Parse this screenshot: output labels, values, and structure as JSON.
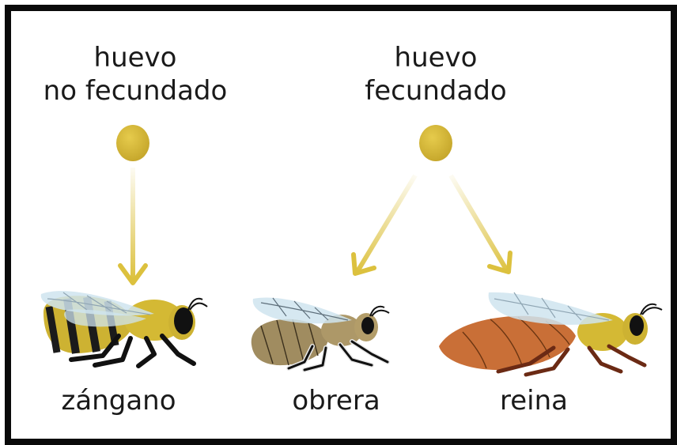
{
  "labels": {
    "unfertilized_line1": "huevo",
    "unfertilized_line2": "no fecundado",
    "fertilized_line1": "huevo",
    "fertilized_line2": "fecundado"
  },
  "bees": {
    "drone": "zángano",
    "worker": "obrera",
    "queen": "reina"
  },
  "colors": {
    "egg": "#d6b836",
    "arrow": "#dcc13e",
    "frame": "#0a0a0a",
    "text": "#1a1a1a",
    "wing": "#cfe4ef",
    "drone_body": "#cdb232",
    "worker_body": "#a08c60",
    "queen_abdomen": "#c96f37"
  }
}
